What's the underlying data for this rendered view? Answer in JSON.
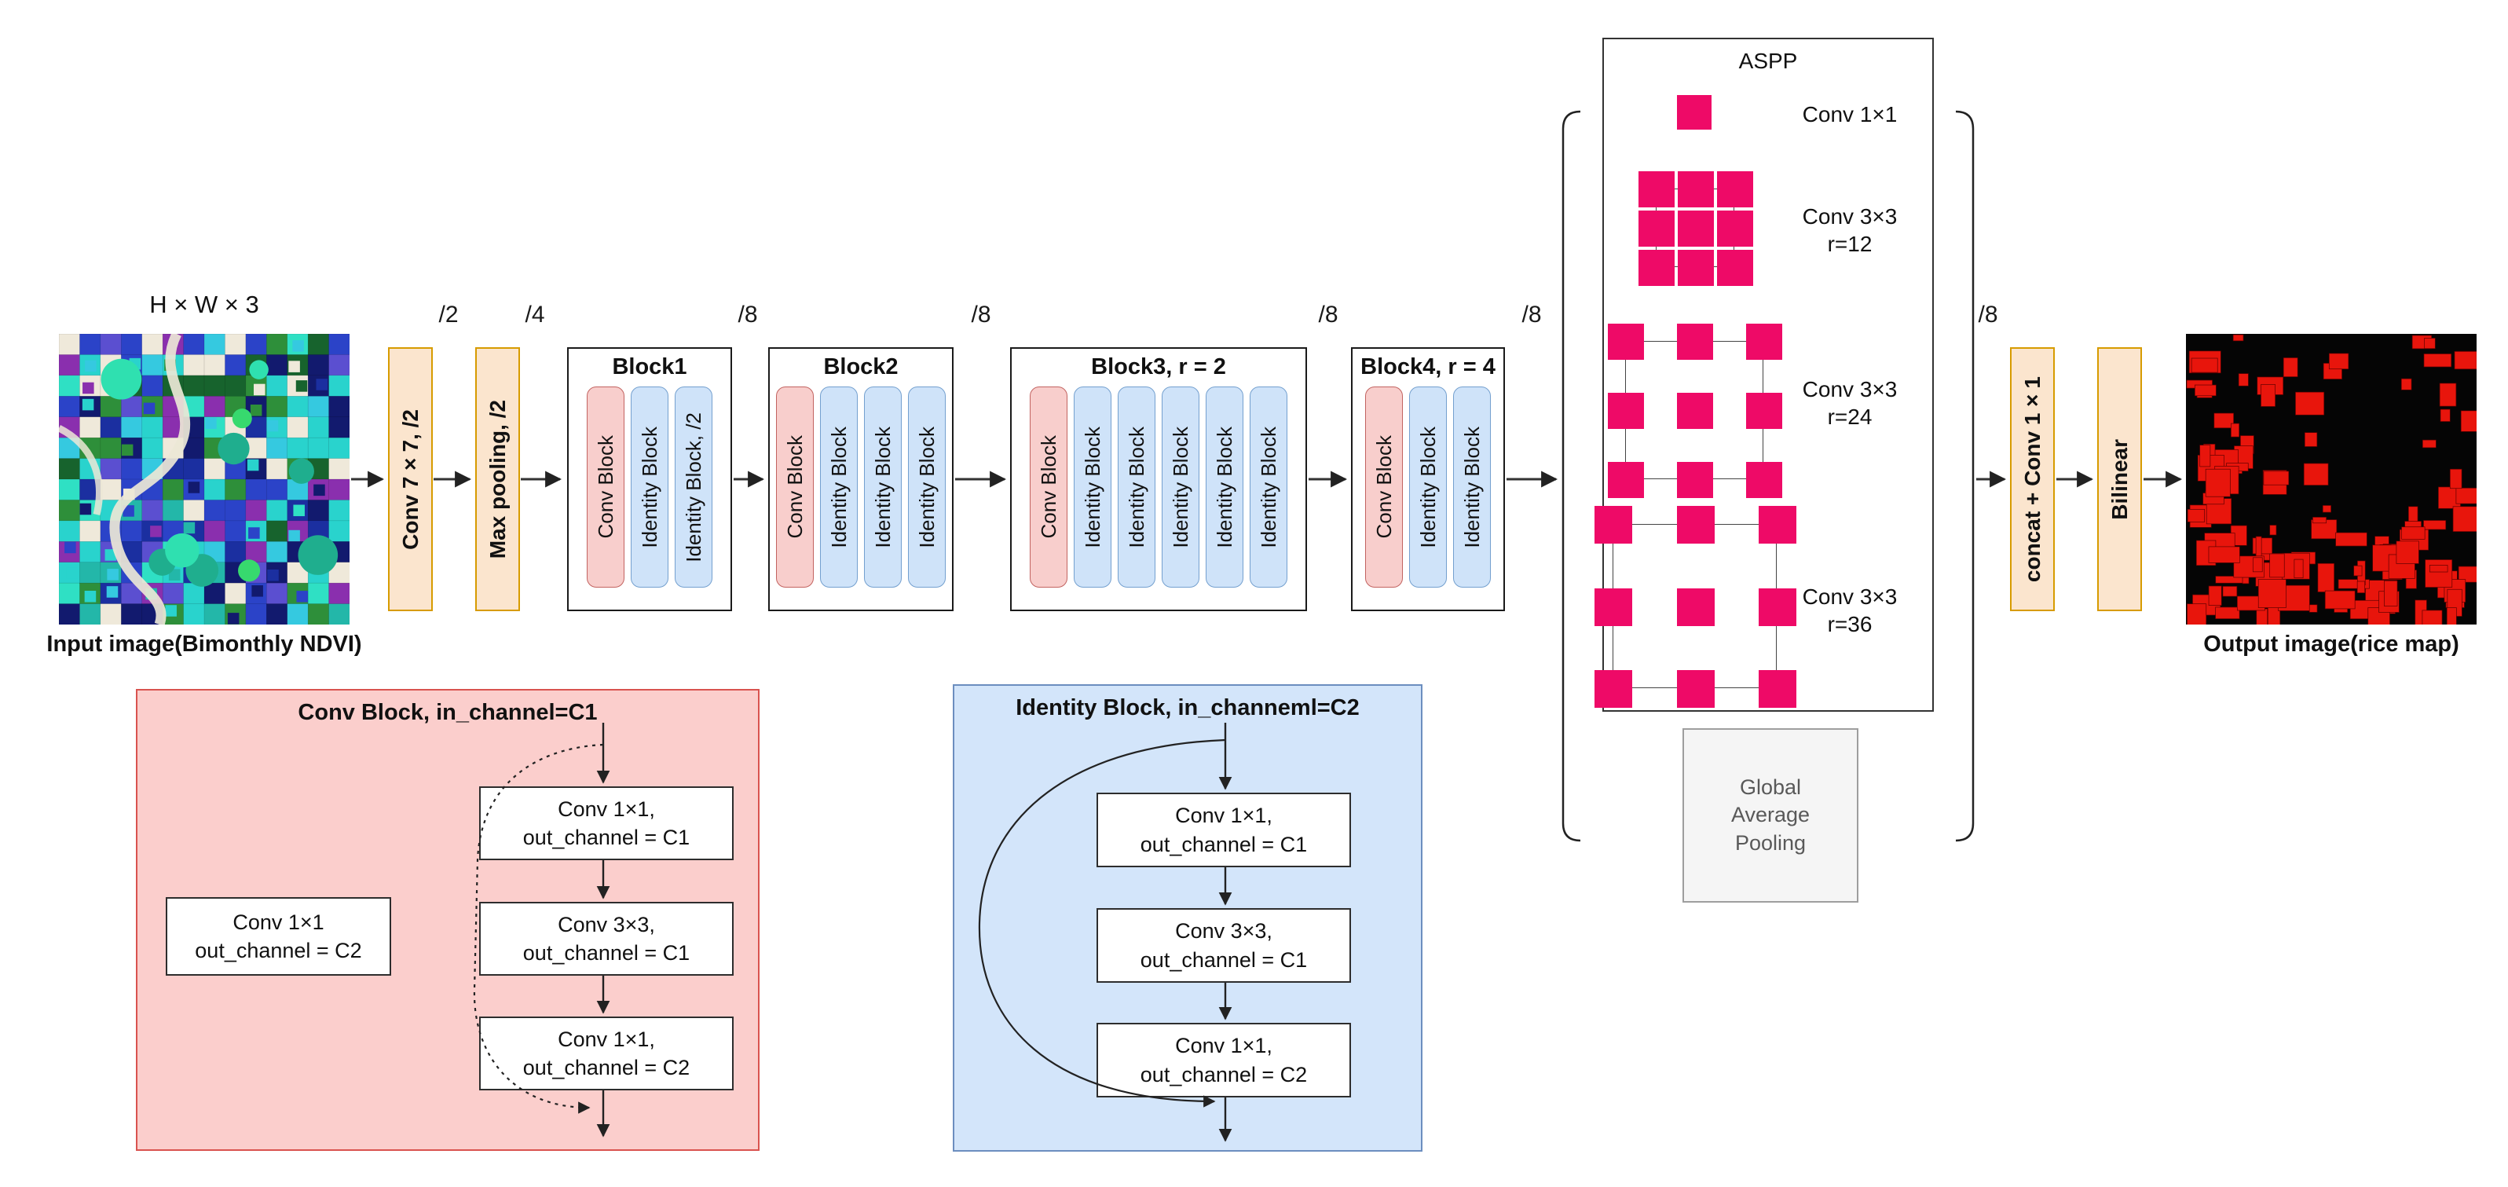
{
  "input": {
    "dims_label": "H × W × 3",
    "caption": "Input image(Bimonthly NDVI)"
  },
  "stem": [
    {
      "label": "Conv 7×7, /2"
    },
    {
      "label": "Max pooling, /2"
    }
  ],
  "strides": [
    "/2",
    "/4",
    "/8",
    "/8",
    "/8",
    "/8",
    "/8"
  ],
  "backbone": {
    "blocks": [
      {
        "title": "Block1",
        "sub_blocks": [
          {
            "label": "Conv Block",
            "type": "conv"
          },
          {
            "label": "Identity Block",
            "type": "identity"
          },
          {
            "label": "Identity Block, /2",
            "type": "identity"
          }
        ]
      },
      {
        "title": "Block2",
        "sub_blocks": [
          {
            "label": "Conv Block",
            "type": "conv"
          },
          {
            "label": "Identity Block",
            "type": "identity"
          },
          {
            "label": "Identity Block",
            "type": "identity"
          },
          {
            "label": "Identity Block",
            "type": "identity"
          }
        ]
      },
      {
        "title": "Block3, r = 2",
        "sub_blocks": [
          {
            "label": "Conv Block",
            "type": "conv"
          },
          {
            "label": "Identity Block",
            "type": "identity"
          },
          {
            "label": "Identity Block",
            "type": "identity"
          },
          {
            "label": "Identity Block",
            "type": "identity"
          },
          {
            "label": "Identity Block",
            "type": "identity"
          },
          {
            "label": "Identity Block",
            "type": "identity"
          }
        ]
      },
      {
        "title": "Block4, r = 4",
        "sub_blocks": [
          {
            "label": "Conv Block",
            "type": "conv"
          },
          {
            "label": "Identity Block",
            "type": "identity"
          },
          {
            "label": "Identity Block",
            "type": "identity"
          }
        ]
      }
    ]
  },
  "aspp": {
    "title": "ASPP",
    "branch1_label": "Conv 1×1",
    "branches": [
      {
        "label": "Conv 3×3",
        "rate": "r=12"
      },
      {
        "label": "Conv 3×3",
        "rate": "r=24"
      },
      {
        "label": "Conv 3×3",
        "rate": "r=36"
      }
    ],
    "gap_label": "Global Average Pooling"
  },
  "head": [
    {
      "label": "concat + Conv 1×1"
    },
    {
      "label": "Bilinear"
    }
  ],
  "output": {
    "caption": "Output image(rice map)"
  },
  "conv_panel": {
    "title": "Conv Block, in_channel=C1",
    "shortcut_box": {
      "lines": [
        "Conv 1×1",
        "out_channel = C2"
      ]
    },
    "boxes": [
      {
        "lines": [
          "Conv 1×1,",
          "out_channel = C1"
        ]
      },
      {
        "lines": [
          "Conv 3×3,",
          "out_channel = C1"
        ]
      },
      {
        "lines": [
          "Conv 1×1,",
          "out_channel = C2"
        ]
      }
    ]
  },
  "identity_panel": {
    "title": "Identity Block, in_channeml=C2",
    "boxes": [
      {
        "lines": [
          "Conv 1×1,",
          "out_channel = C1"
        ]
      },
      {
        "lines": [
          "Conv 3×3,",
          "out_channel = C1"
        ]
      },
      {
        "lines": [
          "Conv 1×1,",
          "out_channel = C2"
        ]
      }
    ]
  },
  "colors": {
    "orange_fill": "#FBE5CE",
    "orange_stroke": "#D79B00",
    "conv_block_fill": "#F8CECC",
    "conv_block_stroke": "#C26360",
    "identity_block_fill": "#CFE3F9",
    "identity_block_stroke": "#74A0CF",
    "pink_panel_fill": "#FBCECC",
    "blue_panel_fill": "#D3E5FA",
    "aspp_pink": "#EE0A67",
    "rice_red": "#E8150C"
  }
}
